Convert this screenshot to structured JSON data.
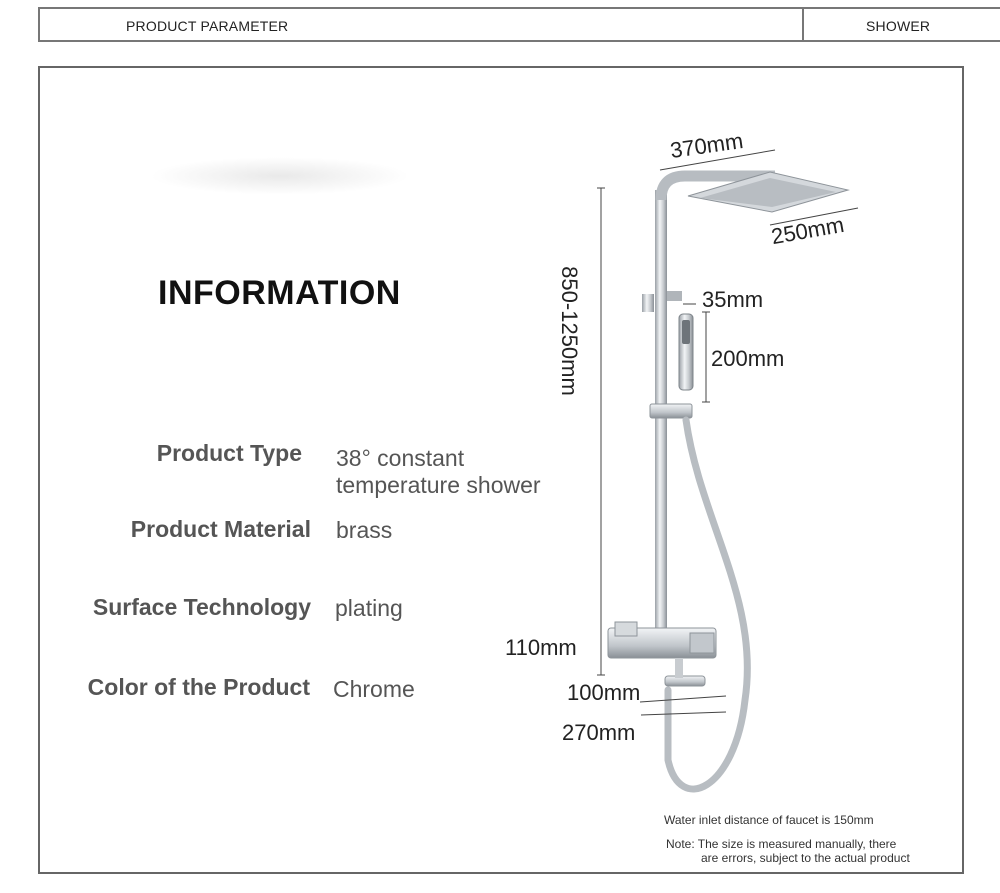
{
  "header": {
    "left_label": "PRODUCT PARAMETER",
    "right_label": "SHOWER"
  },
  "info": {
    "title": "INFORMATION",
    "rows": [
      {
        "label": "Product Type",
        "value_line1": "38° constant",
        "value_line2": "temperature shower"
      },
      {
        "label": "Product Material",
        "value": "brass"
      },
      {
        "label": "Surface Technology",
        "value": "plating"
      },
      {
        "label": "Color of the Product",
        "value": "Chrome"
      }
    ]
  },
  "dimensions": {
    "head_width": "370mm",
    "head_depth": "250mm",
    "height_range": "850-1250mm",
    "handheld_width": "35mm",
    "handheld_length": "200mm",
    "mixer_height": "110mm",
    "spout_length": "100mm",
    "mixer_width": "270mm"
  },
  "notes": {
    "inlet": "Water inlet distance of faucet is 150mm",
    "line1": "Note: The size is measured manually, there",
    "line2": "are errors, subject to the actual product"
  },
  "colors": {
    "border": "#777777",
    "chrome": "#c8ccd0",
    "text": "#555555"
  }
}
